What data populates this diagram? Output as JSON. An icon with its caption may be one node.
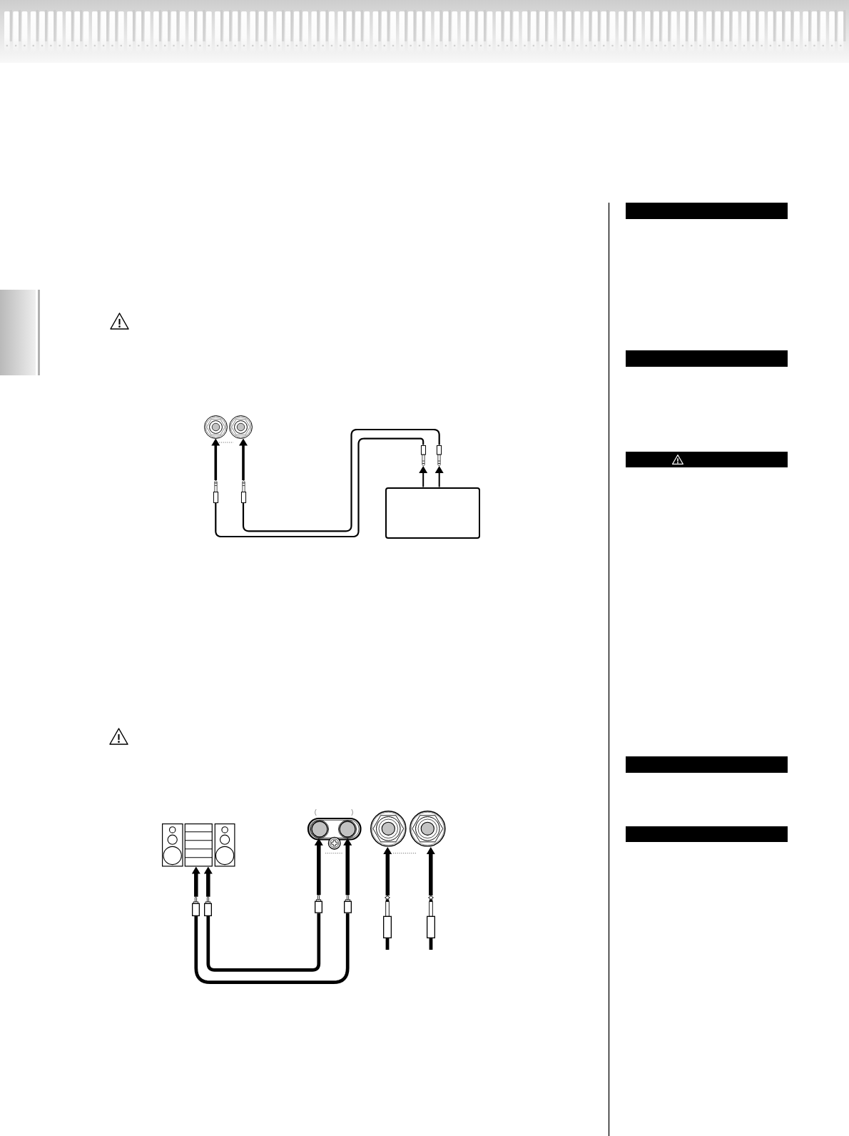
{
  "diagram": {
    "nodes": [
      {
        "text": [],
        "shape": "circle"
      },
      {
        "text": [],
        "shape": "circle"
      },
      {
        "text": [],
        "shape": "plug"
      },
      {
        "text": [],
        "shape": "plug"
      },
      {
        "text": [],
        "shape": "plug"
      },
      {
        "text": [],
        "shape": "plug"
      },
      {
        "text": [],
        "shape": "box"
      },
      {
        "text": [],
        "shape": "picture"
      },
      {
        "text": [],
        "shape": "circle"
      },
      {
        "text": [],
        "shape": "circle"
      },
      {
        "text": [],
        "shape": "circle"
      },
      {
        "text": [],
        "shape": "circle"
      },
      {
        "text": [],
        "shape": "plug"
      },
      {
        "text": [],
        "shape": "plug"
      },
      {
        "text": [],
        "shape": "plug"
      },
      {
        "text": [],
        "shape": "plug"
      },
      {
        "text": [],
        "shape": "plug"
      },
      {
        "text": [],
        "shape": "plug"
      },
      {
        "text": [],
        "shape": "bar"
      },
      {
        "text": [],
        "shape": "bar"
      },
      {
        "text": [],
        "shape": "bar"
      },
      {
        "text": [],
        "shape": "bar"
      },
      {
        "text": [],
        "shape": "bar"
      }
    ],
    "edges": [
      {
        "from": 2,
        "to": 0,
        "arrow": "to"
      },
      {
        "from": 3,
        "to": 1,
        "arrow": "to"
      },
      {
        "from": 6,
        "to": 4,
        "arrow": "to"
      },
      {
        "from": 6,
        "to": 5,
        "arrow": "to"
      },
      {
        "from": 2,
        "to": 4,
        "arrow": "none"
      },
      {
        "from": 3,
        "to": 5,
        "arrow": "none"
      },
      {
        "from": 12,
        "to": 7,
        "arrow": "to"
      },
      {
        "from": 13,
        "to": 7,
        "arrow": "to"
      },
      {
        "from": 14,
        "to": 8,
        "arrow": "to"
      },
      {
        "from": 15,
        "to": 9,
        "arrow": "to"
      },
      {
        "from": 16,
        "to": 10,
        "arrow": "to"
      },
      {
        "from": 17,
        "to": 11,
        "arrow": "to"
      },
      {
        "from": 12,
        "to": 15,
        "arrow": "none"
      },
      {
        "from": 13,
        "to": 14,
        "arrow": "none"
      }
    ],
    "labels": [
      "(",
      ")"
    ]
  }
}
